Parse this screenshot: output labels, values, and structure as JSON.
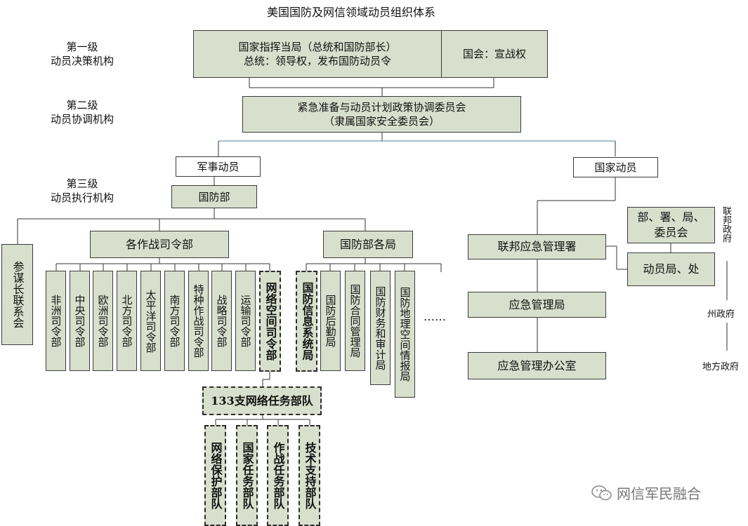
{
  "title": "美国国防及网信领域动员组织体系",
  "levels": [
    {
      "line1": "第一级",
      "line2": "动员决策机构"
    },
    {
      "line1": "第二级",
      "line2": "动员协调机构"
    },
    {
      "line1": "第三级",
      "line2": "动员执行机构"
    }
  ],
  "command": {
    "line1": "国家指挥当局（总统和国防部长）",
    "line2": "总统：领导权，发布国防动员令"
  },
  "congress": "国会：宣战权",
  "committee": {
    "line1": "紧急准备与动员计划政策协调委员会",
    "line2": "（隶属国家安全委员会）"
  },
  "military": "军事动员",
  "national": "国家动员",
  "dod": "国防部",
  "jcs": "参谋长联系会",
  "combatant": "各作战司令部",
  "agencies": "国防部各局",
  "commands": [
    "非洲司令部",
    "中央司令部",
    "欧洲司令部",
    "北方司令部",
    "太平洋司令部",
    "南方司令部",
    "特种作战司令部",
    "战略司令部",
    "运输司令部"
  ],
  "cyber_command": "网络空间司令部",
  "agency_list": [
    "国防信息系统局",
    "国防后勤局",
    "国防合同管理局",
    "国防财务和审计局",
    "国防地理空间情报局"
  ],
  "ellipsis": "……",
  "task_force": "133支网络任务部队",
  "teams": [
    "网络保护部队",
    "国家任务部队",
    "作战任务部队",
    "技术支持部队"
  ],
  "fema": "联邦应急管理署",
  "departments": "部、署、局、委员会",
  "mobilization_bureau": "动员局、处",
  "emergency_bureau": "应急管理局",
  "emergency_office": "应急管理办公室",
  "federal_gov": "联邦政府",
  "state_gov": "州政府",
  "local_gov": "地方政府",
  "watermark": "网信军民融合"
}
